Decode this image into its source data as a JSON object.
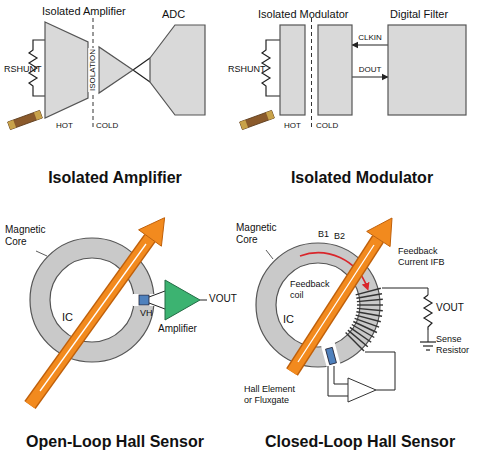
{
  "diagram": {
    "nodes": [
      {
        "text": [
          "Isolated Amplifier"
        ]
      },
      {
        "text": [
          "ADC"
        ]
      },
      {
        "text": [
          "Isolated Modulator"
        ]
      },
      {
        "text": [
          "Digital Filter"
        ]
      }
    ],
    "edges": [
      {
        "from": 0,
        "to": 1,
        "arrow": "none"
      },
      {
        "from": 3,
        "to": 2,
        "label": "CLKIN",
        "arrow": "to"
      },
      {
        "from": 2,
        "to": 3,
        "label": "DOUT",
        "arrow": "to"
      }
    ],
    "labels": [
      "RSHUNT",
      "ISOLATION",
      "HOT",
      "COLD",
      "Isolated Amplifier",
      "RSHUNT",
      "HOT",
      "COLD",
      "Isolated Modulator",
      "Magnetic Core",
      "IC",
      "VH",
      "VOUT",
      "Amplifier",
      "Open-Loop Hall Sensor",
      "Magnetic Core",
      "B1",
      "B2",
      "IC",
      "Feedback Current IFB",
      "Feedback coil",
      "VOUT",
      "Sense Resistor",
      "Hall Element or Fluxgate",
      "Closed-Loop Hall Sensor"
    ]
  }
}
